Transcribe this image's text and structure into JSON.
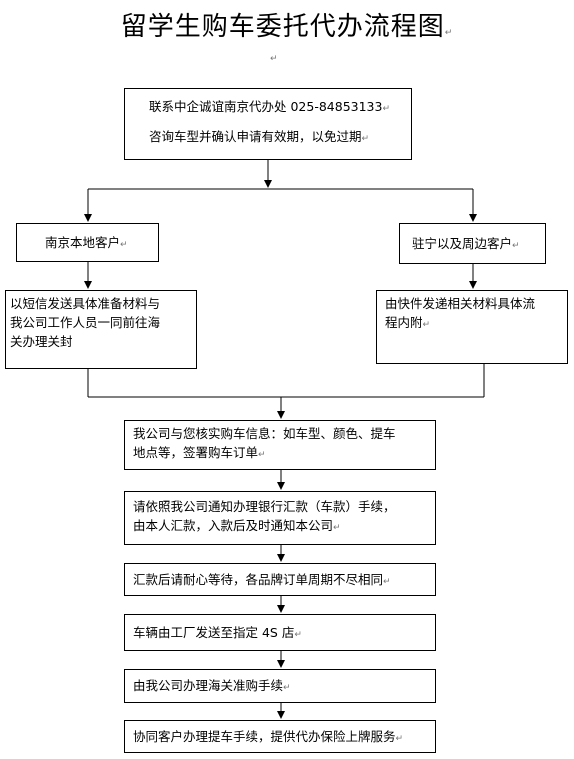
{
  "title": "留学生购车委托代办流程图",
  "para_mark": "↵",
  "boxes": {
    "contact": {
      "line1": "联系中企诚谊南京代办处 025-84853133",
      "line2": "咨询车型并确认申请有效期，以免过期"
    },
    "nanjing": {
      "line1": "南京本地客户"
    },
    "zhuning": {
      "line1": "驻宁以及周边客户"
    },
    "local_steps": {
      "line1": "以短信发送具体准备材料与",
      "line2": "我公司工作人员一同前往海",
      "line3": "关办理关封"
    },
    "remote_steps": {
      "line1": "由快件发递相关材料具体流",
      "line2": "程内附"
    },
    "verify": {
      "line1": "我公司与您核实购车信息：如车型、颜色、提车",
      "line2": "地点等，签署购车订单"
    },
    "remit": {
      "line1": "请依照我公司通知办理银行汇款（车款）手续，",
      "line2": "由本人汇款，入款后及时通知本公司"
    },
    "wait": {
      "line1": "汇款后请耐心等待，各品牌订单周期不尽相同"
    },
    "ship": {
      "line1": "车辆由工厂发送至指定 4S 店"
    },
    "customs": {
      "line1": "由我公司办理海关准购手续"
    },
    "pickup": {
      "line1": "协同客户办理提车手续，提供代办保险上牌服务"
    }
  }
}
